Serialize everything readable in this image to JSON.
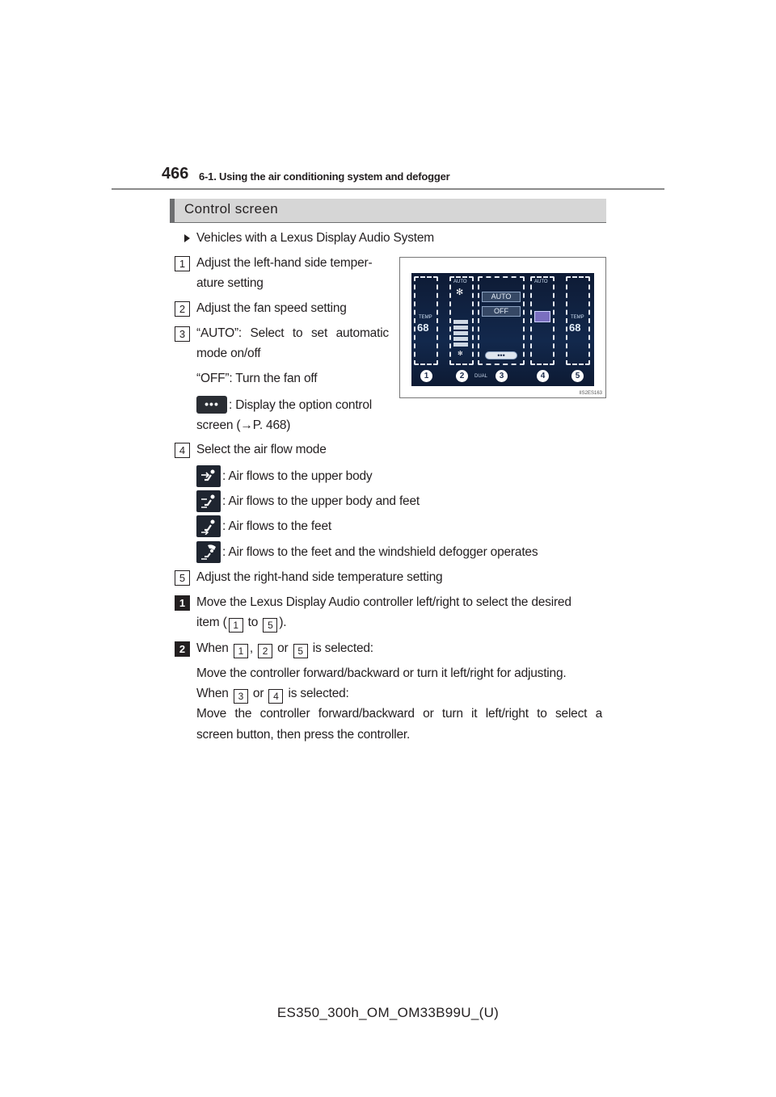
{
  "header": {
    "page_number": "466",
    "chapter": "6-1. Using the air conditioning system and defogger"
  },
  "section": {
    "title": "Control screen"
  },
  "subhead": "Vehicles with a Lexus Display Audio System",
  "items": {
    "i1": "Adjust the left-hand side temper-",
    "i1b": "ature setting",
    "i2": "Adjust the fan speed setting",
    "i3a": "“AUTO”: Select to set automatic",
    "i3b": "mode on/off",
    "i3c": "“OFF”: Turn the fan off",
    "i3d": ": Display the option control",
    "i3e": "screen (→P. 468)",
    "i4": "Select the air flow mode",
    "af1": ": Air flows to the upper body",
    "af2": ": Air flows to the upper body and feet",
    "af3": ": Air flows to the feet",
    "af4": ": Air flows to the feet and the windshield defogger operates",
    "i5": "Adjust the right-hand side temperature setting"
  },
  "steps": {
    "s1a": "Move the Lexus Display Audio controller left/right to select the desired",
    "s1b_pre": "item (",
    "s1b_mid": " to ",
    "s1b_post": ").",
    "s2a_pre": "When ",
    "s2a_c1": ", ",
    "s2a_c2": " or ",
    "s2a_post": " is selected:",
    "s2b": "Move the controller forward/backward or turn it left/right for adjusting.",
    "s2c_pre": "When ",
    "s2c_mid": " or ",
    "s2c_post": " is selected:",
    "s2d": "Move the controller forward/backward or turn it left/right to select a",
    "s2e": "screen button, then press the controller."
  },
  "markers": {
    "m1": "1",
    "m2": "2",
    "m3": "3",
    "m4": "4",
    "m5": "5",
    "step1": "1",
    "step2": "2"
  },
  "option_button_glyph": "•••",
  "screen": {
    "temp_label": "TEMP",
    "left_temp": "68",
    "right_temp": "68",
    "auto_left": "AUTO",
    "auto_right": "AUTO",
    "auto_button": "AUTO",
    "off_button": "OFF",
    "option_glyph": "•••",
    "dual_label": "DUAL",
    "figure_code": "IIS2ES163"
  },
  "footer": "ES350_300h_OM_OM33B99U_(U)",
  "icons": [
    "triangle-bullet-icon",
    "fan-icon",
    "airflow-upper-icon",
    "airflow-upper-feet-icon",
    "airflow-feet-icon",
    "airflow-feet-defog-icon"
  ],
  "colors": {
    "screen_bg": "#12284c",
    "section_bar": "#d6d6d6",
    "section_accent": "#6d6e70"
  }
}
